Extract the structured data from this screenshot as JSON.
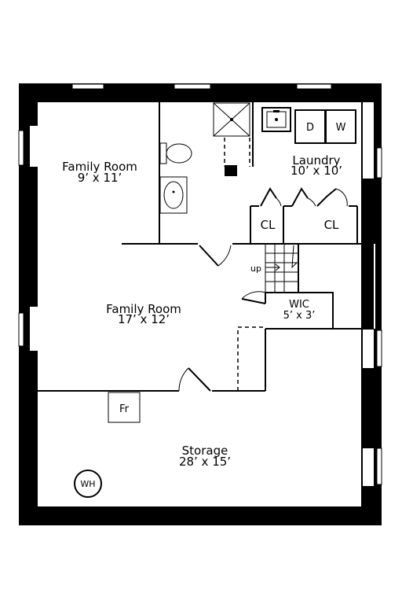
{
  "rooms": {
    "family_room_small": {
      "name": "Family Room",
      "dims": "9’ x 11’"
    },
    "laundry": {
      "name": "Laundry",
      "dims": "10’ x 10’"
    },
    "family_room_large": {
      "name": "Family Room",
      "dims": "17’ x 12’"
    },
    "wic": {
      "name": "WIC",
      "dims": "5’ x 3’"
    },
    "storage": {
      "name": "Storage",
      "dims": "28’ x 15’"
    }
  },
  "fixtures": {
    "closet_1": "CL",
    "closet_2": "CL",
    "dryer": "D",
    "washer": "W",
    "furnace": "Fr",
    "water_heater": "WH",
    "stairs_up": "up"
  }
}
